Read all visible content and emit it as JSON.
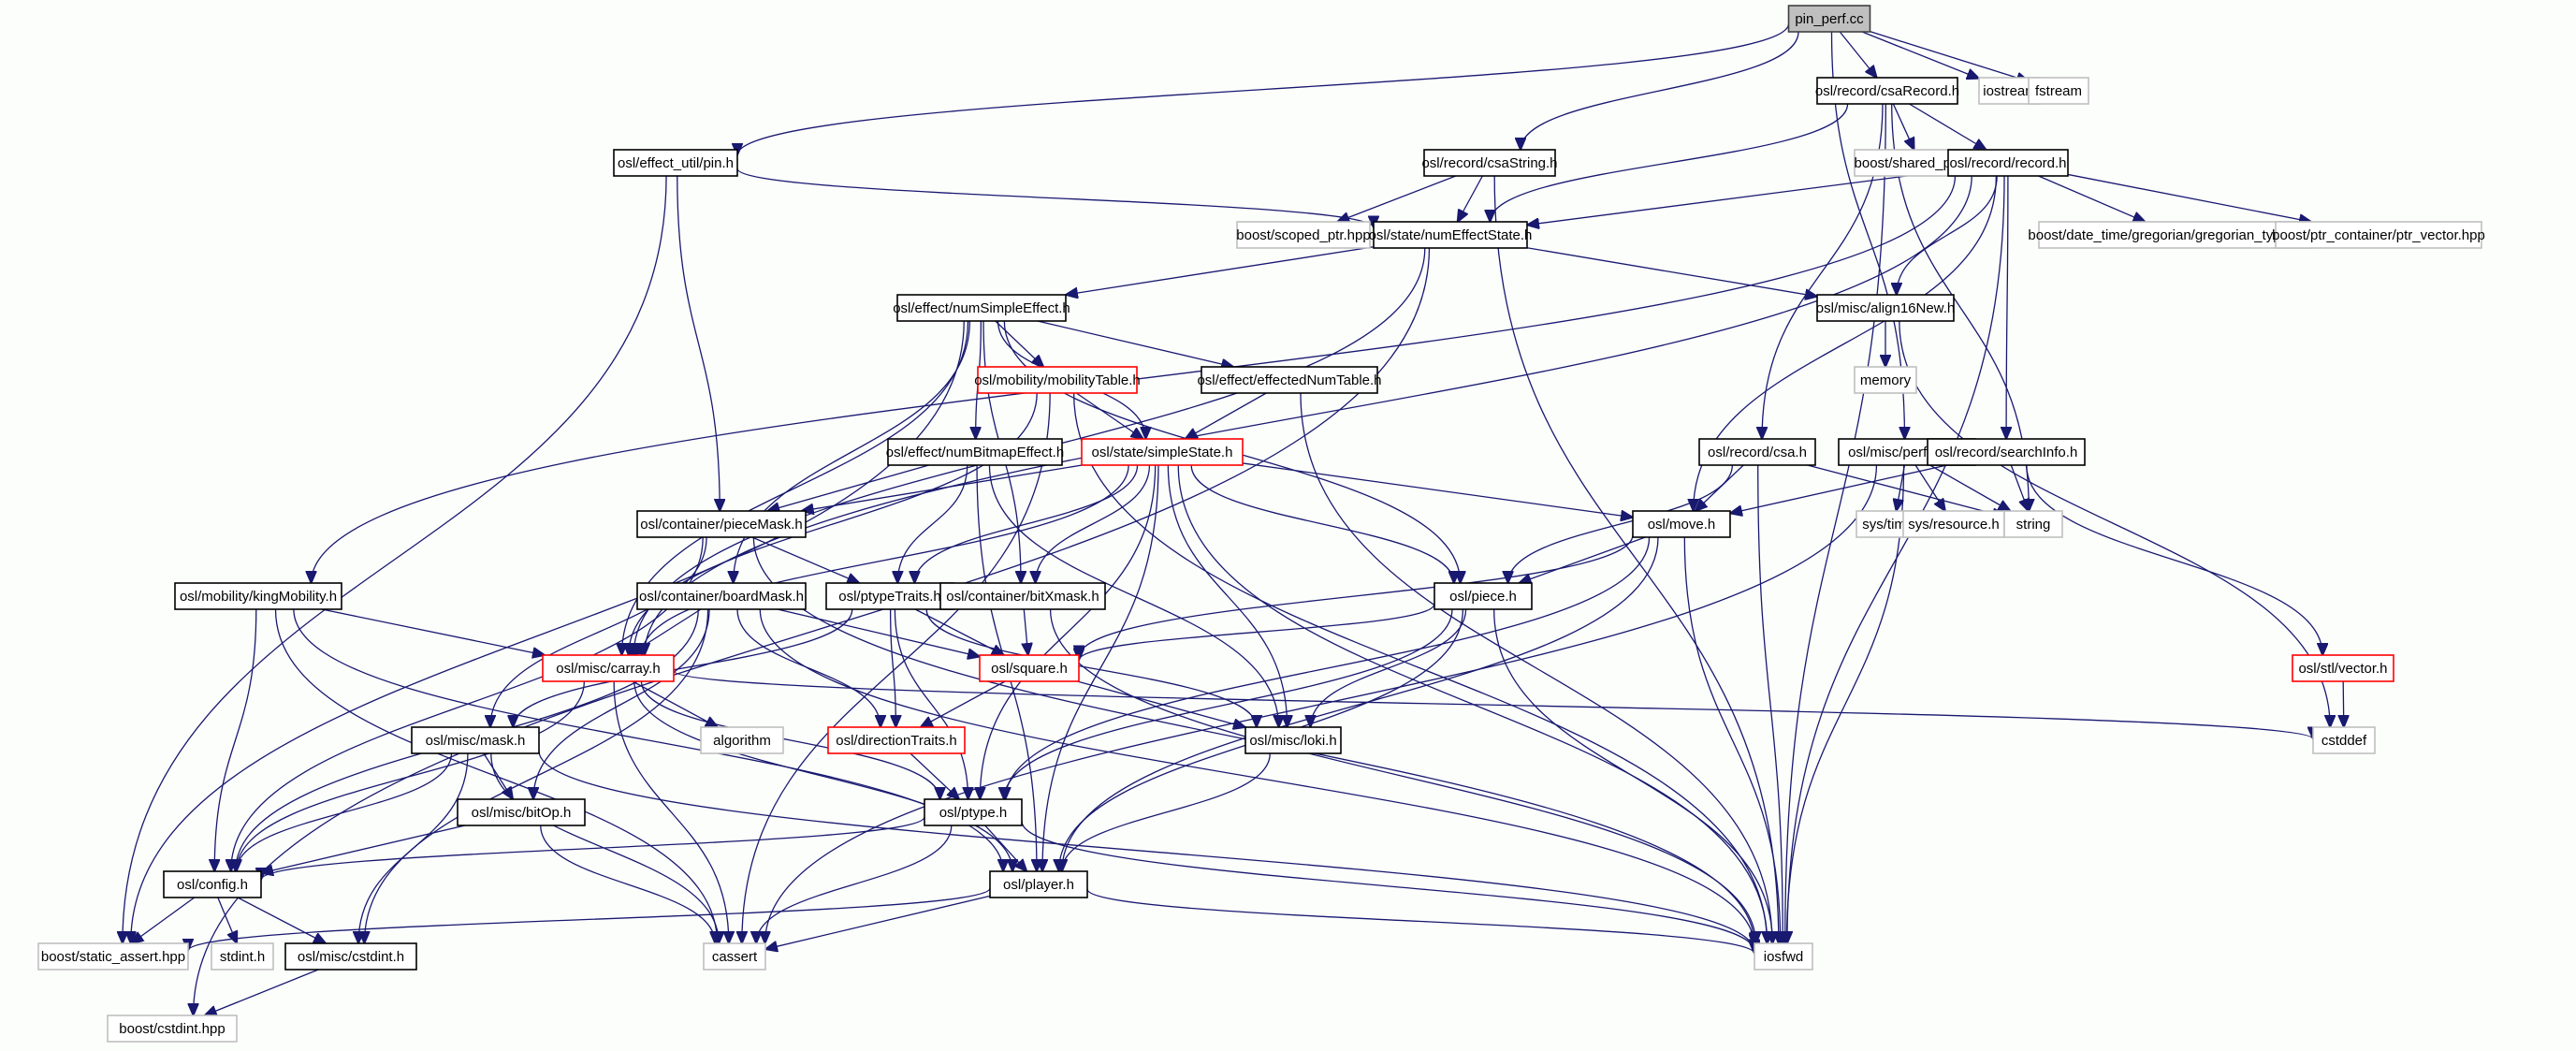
{
  "title": "pin_perf.cc include dependency graph",
  "colors": {
    "edge": "#191970",
    "root_fill": "#bfbfbf",
    "root_border": "#404040",
    "documented_border": "#000000",
    "truncated_border": "#ff0000",
    "external_border": "#bfbfbf",
    "node_fill": "#ffffff"
  },
  "nodes": [
    {
      "id": "pin_perf",
      "label": "pin_perf.cc",
      "kind": "root"
    },
    {
      "id": "csaRecord",
      "label": "osl/record/csaRecord.h",
      "kind": "documented"
    },
    {
      "id": "iostream",
      "label": "iostream",
      "kind": "external"
    },
    {
      "id": "fstream",
      "label": "fstream",
      "kind": "external"
    },
    {
      "id": "pin",
      "label": "osl/effect_util/pin.h",
      "kind": "documented"
    },
    {
      "id": "csaString",
      "label": "osl/record/csaString.h",
      "kind": "documented"
    },
    {
      "id": "shared_ptr",
      "label": "boost/shared_ptr.hpp",
      "kind": "external"
    },
    {
      "id": "record",
      "label": "osl/record/record.h",
      "kind": "documented"
    },
    {
      "id": "scoped_ptr",
      "label": "boost/scoped_ptr.hpp",
      "kind": "external"
    },
    {
      "id": "numEffectState",
      "label": "osl/state/numEffectState.h",
      "kind": "documented"
    },
    {
      "id": "gregorian",
      "label": "boost/date_time/gregorian/gregorian_types.hpp",
      "kind": "external"
    },
    {
      "id": "ptr_vector",
      "label": "boost/ptr_container/ptr_vector.hpp",
      "kind": "external"
    },
    {
      "id": "numSimpleEffect",
      "label": "osl/effect/numSimpleEffect.h",
      "kind": "documented"
    },
    {
      "id": "align16New",
      "label": "osl/misc/align16New.h",
      "kind": "documented"
    },
    {
      "id": "mobilityTable",
      "label": "osl/mobility/mobilityTable.h",
      "kind": "truncated"
    },
    {
      "id": "effectedNumTable",
      "label": "osl/effect/effectedNumTable.h",
      "kind": "documented"
    },
    {
      "id": "memory",
      "label": "memory",
      "kind": "external"
    },
    {
      "id": "numBitmapEffect",
      "label": "osl/effect/numBitmapEffect.h",
      "kind": "documented"
    },
    {
      "id": "simpleState",
      "label": "osl/state/simpleState.h",
      "kind": "truncated"
    },
    {
      "id": "csa",
      "label": "osl/record/csa.h",
      "kind": "documented"
    },
    {
      "id": "perfmon",
      "label": "osl/misc/perfmon.h",
      "kind": "documented"
    },
    {
      "id": "searchInfo",
      "label": "osl/record/searchInfo.h",
      "kind": "documented"
    },
    {
      "id": "pieceMask",
      "label": "osl/container/pieceMask.h",
      "kind": "documented"
    },
    {
      "id": "move",
      "label": "osl/move.h",
      "kind": "documented"
    },
    {
      "id": "systime",
      "label": "sys/time.h",
      "kind": "external"
    },
    {
      "id": "sysresource",
      "label": "sys/resource.h",
      "kind": "external"
    },
    {
      "id": "string",
      "label": "string",
      "kind": "external"
    },
    {
      "id": "kingMobility",
      "label": "osl/mobility/kingMobility.h",
      "kind": "documented"
    },
    {
      "id": "boardMask",
      "label": "osl/container/boardMask.h",
      "kind": "documented"
    },
    {
      "id": "ptypeTraits",
      "label": "osl/ptypeTraits.h",
      "kind": "documented"
    },
    {
      "id": "bitXmask",
      "label": "osl/container/bitXmask.h",
      "kind": "documented"
    },
    {
      "id": "piece",
      "label": "osl/piece.h",
      "kind": "documented"
    },
    {
      "id": "carray",
      "label": "osl/misc/carray.h",
      "kind": "truncated"
    },
    {
      "id": "square",
      "label": "osl/square.h",
      "kind": "truncated"
    },
    {
      "id": "vector",
      "label": "osl/stl/vector.h",
      "kind": "truncated"
    },
    {
      "id": "algorithm",
      "label": "algorithm",
      "kind": "external"
    },
    {
      "id": "directionTraits",
      "label": "osl/directionTraits.h",
      "kind": "truncated"
    },
    {
      "id": "loki",
      "label": "osl/misc/loki.h",
      "kind": "documented"
    },
    {
      "id": "cstddef",
      "label": "cstddef",
      "kind": "external"
    },
    {
      "id": "mask",
      "label": "osl/misc/mask.h",
      "kind": "documented"
    },
    {
      "id": "bitOp",
      "label": "osl/misc/bitOp.h",
      "kind": "documented"
    },
    {
      "id": "ptype",
      "label": "osl/ptype.h",
      "kind": "documented"
    },
    {
      "id": "config",
      "label": "osl/config.h",
      "kind": "documented"
    },
    {
      "id": "player",
      "label": "osl/player.h",
      "kind": "documented"
    },
    {
      "id": "static_assert",
      "label": "boost/static_assert.hpp",
      "kind": "external"
    },
    {
      "id": "stdint",
      "label": "stdint.h",
      "kind": "external"
    },
    {
      "id": "cstdint",
      "label": "osl/misc/cstdint.h",
      "kind": "documented"
    },
    {
      "id": "cassert",
      "label": "cassert",
      "kind": "external"
    },
    {
      "id": "iosfwd",
      "label": "iosfwd",
      "kind": "external"
    },
    {
      "id": "boost_cstdint",
      "label": "boost/cstdint.hpp",
      "kind": "external"
    }
  ],
  "edges": [
    [
      "pin_perf",
      "pin"
    ],
    [
      "pin_perf",
      "csaString"
    ],
    [
      "pin_perf",
      "csaRecord"
    ],
    [
      "pin_perf",
      "iostream"
    ],
    [
      "pin_perf",
      "fstream"
    ],
    [
      "pin_perf",
      "perfmon"
    ],
    [
      "csaRecord",
      "shared_ptr"
    ],
    [
      "csaRecord",
      "record"
    ],
    [
      "csaRecord",
      "numEffectState"
    ],
    [
      "csaRecord",
      "csa"
    ],
    [
      "csaRecord",
      "string"
    ],
    [
      "csaRecord",
      "iosfwd"
    ],
    [
      "pin",
      "numEffectState"
    ],
    [
      "pin",
      "pieceMask"
    ],
    [
      "pin",
      "static_assert"
    ],
    [
      "csaString",
      "scoped_ptr"
    ],
    [
      "csaString",
      "numEffectState"
    ],
    [
      "csaString",
      "iosfwd"
    ],
    [
      "record",
      "numEffectState"
    ],
    [
      "record",
      "gregorian"
    ],
    [
      "record",
      "ptr_vector"
    ],
    [
      "record",
      "align16New"
    ],
    [
      "record",
      "move"
    ],
    [
      "record",
      "searchInfo"
    ],
    [
      "record",
      "iosfwd"
    ],
    [
      "record",
      "carray"
    ],
    [
      "record",
      "kingMobility"
    ],
    [
      "numEffectState",
      "numSimpleEffect"
    ],
    [
      "numEffectState",
      "align16New"
    ],
    [
      "numEffectState",
      "boost_cstdint"
    ],
    [
      "numEffectState",
      "carray"
    ],
    [
      "numSimpleEffect",
      "mobilityTable"
    ],
    [
      "numSimpleEffect",
      "effectedNumTable"
    ],
    [
      "numSimpleEffect",
      "numBitmapEffect"
    ],
    [
      "numSimpleEffect",
      "simpleState"
    ],
    [
      "numSimpleEffect",
      "bitXmask"
    ],
    [
      "numSimpleEffect",
      "boardMask"
    ],
    [
      "numSimpleEffect",
      "piece"
    ],
    [
      "numSimpleEffect",
      "carray"
    ],
    [
      "numSimpleEffect",
      "static_assert"
    ],
    [
      "align16New",
      "memory"
    ],
    [
      "align16New",
      "cstddef"
    ],
    [
      "mobilityTable",
      "simpleState"
    ],
    [
      "mobilityTable",
      "carray"
    ],
    [
      "mobilityTable",
      "iosfwd"
    ],
    [
      "mobilityTable",
      "cassert"
    ],
    [
      "effectedNumTable",
      "simpleState"
    ],
    [
      "effectedNumTable",
      "iosfwd"
    ],
    [
      "numBitmapEffect",
      "pieceMask"
    ],
    [
      "numBitmapEffect",
      "ptypeTraits"
    ],
    [
      "numBitmapEffect",
      "loki"
    ],
    [
      "numBitmapEffect",
      "player"
    ],
    [
      "simpleState",
      "pieceMask"
    ],
    [
      "simpleState",
      "move"
    ],
    [
      "simpleState",
      "piece"
    ],
    [
      "simpleState",
      "ptypeTraits"
    ],
    [
      "simpleState",
      "bitXmask"
    ],
    [
      "simpleState",
      "carray"
    ],
    [
      "simpleState",
      "loki"
    ],
    [
      "simpleState",
      "ptype"
    ],
    [
      "simpleState",
      "player"
    ],
    [
      "simpleState",
      "iosfwd"
    ],
    [
      "csa",
      "move"
    ],
    [
      "csa",
      "piece"
    ],
    [
      "csa",
      "string"
    ],
    [
      "csa",
      "iosfwd"
    ],
    [
      "perfmon",
      "systime"
    ],
    [
      "perfmon",
      "sysresource"
    ],
    [
      "perfmon",
      "string"
    ],
    [
      "perfmon",
      "cassert"
    ],
    [
      "perfmon",
      "iosfwd"
    ],
    [
      "searchInfo",
      "move"
    ],
    [
      "searchInfo",
      "string"
    ],
    [
      "searchInfo",
      "vector"
    ],
    [
      "pieceMask",
      "ptypeTraits"
    ],
    [
      "pieceMask",
      "mask"
    ],
    [
      "pieceMask",
      "config"
    ],
    [
      "pieceMask",
      "iosfwd"
    ],
    [
      "move",
      "piece"
    ],
    [
      "move",
      "square"
    ],
    [
      "move",
      "ptype"
    ],
    [
      "move",
      "player"
    ],
    [
      "move",
      "iosfwd"
    ],
    [
      "kingMobility",
      "carray"
    ],
    [
      "kingMobility",
      "config"
    ],
    [
      "kingMobility",
      "player"
    ],
    [
      "kingMobility",
      "cassert"
    ],
    [
      "boardMask",
      "carray"
    ],
    [
      "boardMask",
      "square"
    ],
    [
      "boardMask",
      "directionTraits"
    ],
    [
      "boardMask",
      "bitOp"
    ],
    [
      "boardMask",
      "config"
    ],
    [
      "boardMask",
      "cstdint"
    ],
    [
      "boardMask",
      "iosfwd"
    ],
    [
      "ptypeTraits",
      "square"
    ],
    [
      "ptypeTraits",
      "directionTraits"
    ],
    [
      "ptypeTraits",
      "ptype"
    ],
    [
      "ptypeTraits",
      "loki"
    ],
    [
      "ptypeTraits",
      "mask"
    ],
    [
      "bitXmask",
      "square"
    ],
    [
      "bitXmask",
      "iosfwd"
    ],
    [
      "piece",
      "square"
    ],
    [
      "piece",
      "loki"
    ],
    [
      "piece",
      "ptype"
    ],
    [
      "piece",
      "player"
    ],
    [
      "piece",
      "iosfwd"
    ],
    [
      "carray",
      "algorithm"
    ],
    [
      "carray",
      "ptype"
    ],
    [
      "carray",
      "player"
    ],
    [
      "carray",
      "cassert"
    ],
    [
      "carray",
      "cstddef"
    ],
    [
      "carray",
      "config"
    ],
    [
      "square",
      "directionTraits"
    ],
    [
      "square",
      "loki"
    ],
    [
      "vector",
      "cstddef"
    ],
    [
      "directionTraits",
      "ptype"
    ],
    [
      "loki",
      "player"
    ],
    [
      "mask",
      "bitOp"
    ],
    [
      "mask",
      "config"
    ],
    [
      "mask",
      "cstdint"
    ],
    [
      "mask",
      "cassert"
    ],
    [
      "mask",
      "iosfwd"
    ],
    [
      "bitOp",
      "config"
    ],
    [
      "bitOp",
      "cassert"
    ],
    [
      "ptype",
      "player"
    ],
    [
      "ptype",
      "config"
    ],
    [
      "ptype",
      "cassert"
    ],
    [
      "ptype",
      "iosfwd"
    ],
    [
      "config",
      "static_assert"
    ],
    [
      "config",
      "stdint"
    ],
    [
      "config",
      "cstdint"
    ],
    [
      "player",
      "static_assert"
    ],
    [
      "player",
      "cassert"
    ],
    [
      "player",
      "iosfwd"
    ],
    [
      "cstdint",
      "boost_cstdint"
    ]
  ]
}
